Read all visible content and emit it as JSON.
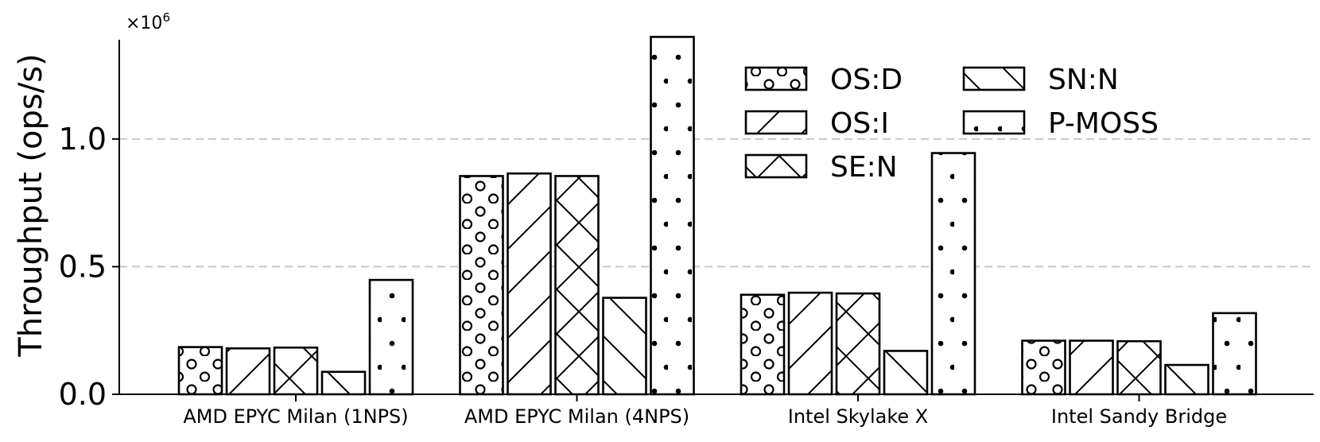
{
  "chart_data": {
    "type": "bar",
    "title": "",
    "xlabel": "",
    "ylabel": "Throughput (ops/s)",
    "y_multiplier": "×10",
    "y_multiplier_exp": "6",
    "ylim": [
      0,
      1.42
    ],
    "yticks": [
      0.0,
      0.5,
      1.0
    ],
    "ytick_labels": [
      "0.0",
      "0.5",
      "1.0"
    ],
    "grid": "horizontal dashed at 0.5 and 1.0",
    "legend_placement": "top-center",
    "legend_columns": 2,
    "categories": [
      "AMD EPYC Milan (1NPS)",
      "AMD EPYC Milan (4NPS)",
      "Intel Skylake X",
      "Intel Sandy Bridge"
    ],
    "series": [
      {
        "name": "OS:D",
        "hatch": "circles",
        "values": [
          0.185,
          0.855,
          0.39,
          0.21
        ]
      },
      {
        "name": "OS:I",
        "hatch": "forward-diagonal",
        "values": [
          0.18,
          0.865,
          0.398,
          0.21
        ]
      },
      {
        "name": "SE:N",
        "hatch": "cross-diagonal",
        "values": [
          0.183,
          0.855,
          0.395,
          0.208
        ]
      },
      {
        "name": "SN:N",
        "hatch": "back-diagonal",
        "values": [
          0.088,
          0.378,
          0.17,
          0.115
        ]
      },
      {
        "name": "P-MOSS",
        "hatch": "dots",
        "values": [
          0.448,
          1.4,
          0.945,
          0.318
        ]
      }
    ],
    "colors": {
      "bar_fill": "#ffffff",
      "bar_stroke": "#000000",
      "grid": "#c8c8c8"
    }
  }
}
